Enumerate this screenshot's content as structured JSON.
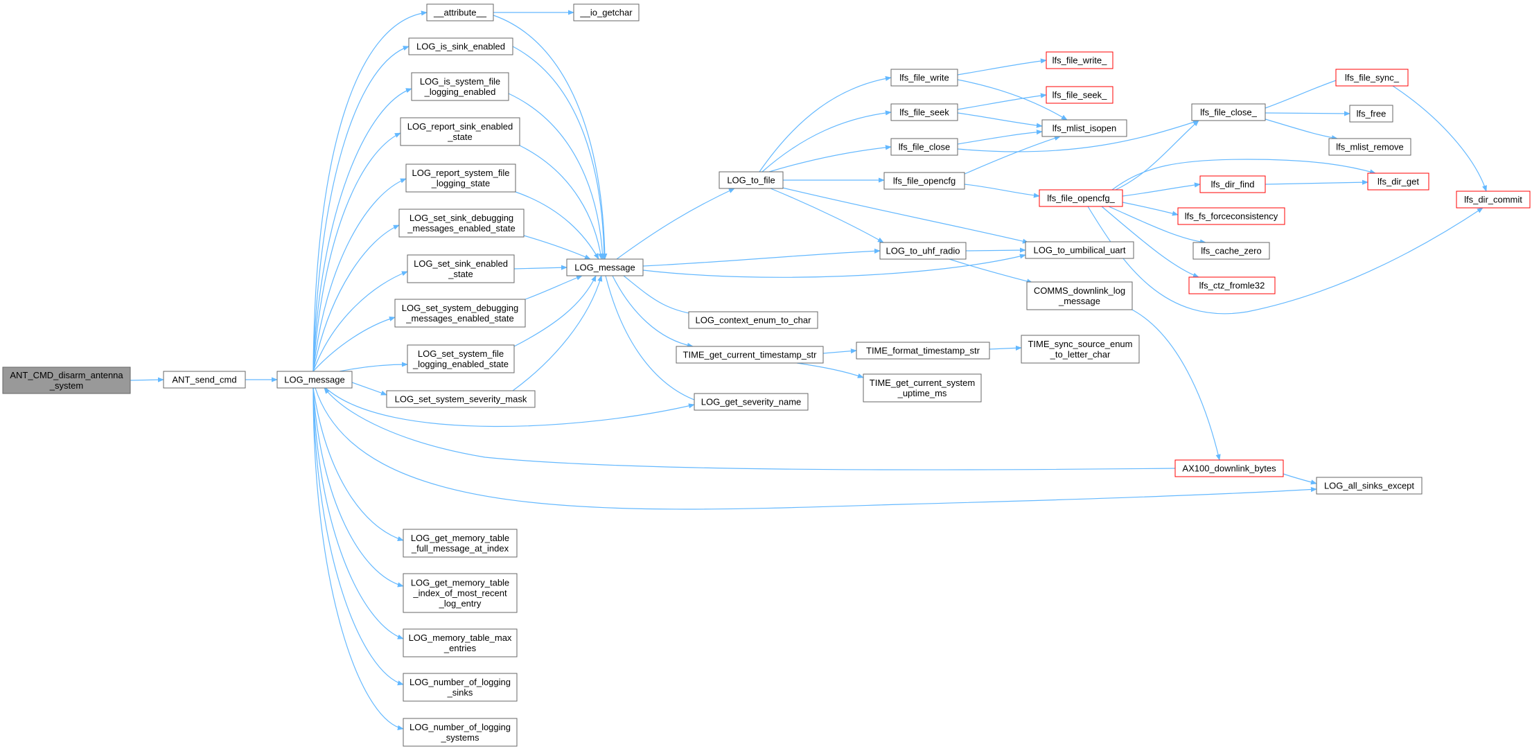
{
  "nodes": {
    "root": {
      "lines": [
        "ANT_CMD_disarm_antenna",
        "_system"
      ],
      "style": "root"
    },
    "ant_send_cmd": {
      "lines": [
        "ANT_send_cmd"
      ],
      "style": "normal"
    },
    "log_message_a": {
      "lines": [
        "LOG_message"
      ],
      "style": "normal"
    },
    "attribute": {
      "lines": [
        "__attribute__"
      ],
      "style": "normal"
    },
    "io_getchar": {
      "lines": [
        "__io_getchar"
      ],
      "style": "normal"
    },
    "is_sink_enabled": {
      "lines": [
        "LOG_is_sink_enabled"
      ],
      "style": "normal"
    },
    "is_system_file_logging_enabled": {
      "lines": [
        "LOG_is_system_file",
        "_logging_enabled"
      ],
      "style": "normal"
    },
    "report_sink_enabled_state": {
      "lines": [
        "LOG_report_sink_enabled",
        "_state"
      ],
      "style": "normal"
    },
    "report_system_file_logging_state": {
      "lines": [
        "LOG_report_system_file",
        "_logging_state"
      ],
      "style": "normal"
    },
    "set_sink_debugging": {
      "lines": [
        "LOG_set_sink_debugging",
        "_messages_enabled_state"
      ],
      "style": "normal"
    },
    "set_sink_enabled_state": {
      "lines": [
        "LOG_set_sink_enabled",
        "_state"
      ],
      "style": "normal"
    },
    "set_system_debugging": {
      "lines": [
        "LOG_set_system_debugging",
        "_messages_enabled_state"
      ],
      "style": "normal"
    },
    "set_system_file_logging": {
      "lines": [
        "LOG_set_system_file",
        "_logging_enabled_state"
      ],
      "style": "normal"
    },
    "set_system_severity_mask": {
      "lines": [
        "LOG_set_system_severity_mask"
      ],
      "style": "normal"
    },
    "get_memory_table_full": {
      "lines": [
        "LOG_get_memory_table",
        "_full_message_at_index"
      ],
      "style": "normal"
    },
    "get_memory_table_index": {
      "lines": [
        "LOG_get_memory_table",
        "_index_of_most_recent",
        "_log_entry"
      ],
      "style": "normal"
    },
    "memory_table_max": {
      "lines": [
        "LOG_memory_table_max",
        "_entries"
      ],
      "style": "normal"
    },
    "number_of_sinks": {
      "lines": [
        "LOG_number_of_logging",
        "_sinks"
      ],
      "style": "normal"
    },
    "number_of_systems": {
      "lines": [
        "LOG_number_of_logging",
        "_systems"
      ],
      "style": "normal"
    },
    "log_message_b": {
      "lines": [
        "LOG_message"
      ],
      "style": "normal"
    },
    "log_to_file": {
      "lines": [
        "LOG_to_file"
      ],
      "style": "normal"
    },
    "log_context_enum": {
      "lines": [
        "LOG_context_enum_to_char"
      ],
      "style": "normal"
    },
    "time_get_current_timestamp": {
      "lines": [
        "TIME_get_current_timestamp_str"
      ],
      "style": "normal"
    },
    "log_get_severity_name": {
      "lines": [
        "LOG_get_severity_name"
      ],
      "style": "normal"
    },
    "lfs_file_write": {
      "lines": [
        "lfs_file_write"
      ],
      "style": "normal"
    },
    "lfs_file_seek": {
      "lines": [
        "lfs_file_seek"
      ],
      "style": "normal"
    },
    "lfs_file_close": {
      "lines": [
        "lfs_file_close"
      ],
      "style": "normal"
    },
    "lfs_file_opencfg": {
      "lines": [
        "lfs_file_opencfg"
      ],
      "style": "normal"
    },
    "log_to_uhf_radio": {
      "lines": [
        "LOG_to_uhf_radio"
      ],
      "style": "normal"
    },
    "time_format_timestamp": {
      "lines": [
        "TIME_format_timestamp_str"
      ],
      "style": "normal"
    },
    "time_get_current_system_uptime": {
      "lines": [
        "TIME_get_current_system",
        "_uptime_ms"
      ],
      "style": "normal"
    },
    "lfs_file_write_": {
      "lines": [
        "lfs_file_write_"
      ],
      "style": "red"
    },
    "lfs_file_seek_": {
      "lines": [
        "lfs_file_seek_"
      ],
      "style": "red"
    },
    "lfs_mlist_isopen": {
      "lines": [
        "lfs_mlist_isopen"
      ],
      "style": "normal"
    },
    "lfs_file_opencfg_": {
      "lines": [
        "lfs_file_opencfg_"
      ],
      "style": "red"
    },
    "log_to_umbilical_uart": {
      "lines": [
        "LOG_to_umbilical_uart"
      ],
      "style": "normal"
    },
    "comms_downlink_log": {
      "lines": [
        "COMMS_downlink_log",
        "_message"
      ],
      "style": "normal"
    },
    "time_sync_source_enum": {
      "lines": [
        "TIME_sync_source_enum",
        "_to_letter_char"
      ],
      "style": "normal"
    },
    "ax100_downlink_bytes": {
      "lines": [
        "AX100_downlink_bytes"
      ],
      "style": "red"
    },
    "log_all_sinks_except": {
      "lines": [
        "LOG_all_sinks_except"
      ],
      "style": "normal"
    },
    "lfs_file_close_": {
      "lines": [
        "lfs_file_close_"
      ],
      "style": "normal"
    },
    "lfs_dir_find": {
      "lines": [
        "lfs_dir_find"
      ],
      "style": "red"
    },
    "lfs_fs_forceconsistency": {
      "lines": [
        "lfs_fs_forceconsistency"
      ],
      "style": "red"
    },
    "lfs_cache_zero": {
      "lines": [
        "lfs_cache_zero"
      ],
      "style": "normal"
    },
    "lfs_ctz_fromle32": {
      "lines": [
        "lfs_ctz_fromle32"
      ],
      "style": "red"
    },
    "lfs_file_sync_": {
      "lines": [
        "lfs_file_sync_"
      ],
      "style": "red"
    },
    "lfs_free": {
      "lines": [
        "lfs_free"
      ],
      "style": "normal"
    },
    "lfs_mlist_remove": {
      "lines": [
        "lfs_mlist_remove"
      ],
      "style": "normal"
    },
    "lfs_dir_get": {
      "lines": [
        "lfs_dir_get"
      ],
      "style": "red"
    },
    "lfs_dir_commit": {
      "lines": [
        "lfs_dir_commit"
      ],
      "style": "red"
    }
  },
  "edges": [
    [
      "root",
      "ant_send_cmd"
    ],
    [
      "ant_send_cmd",
      "log_message_a"
    ],
    [
      "log_message_a",
      "attribute"
    ],
    [
      "attribute",
      "io_getchar"
    ],
    [
      "log_message_a",
      "is_sink_enabled"
    ],
    [
      "log_message_a",
      "is_system_file_logging_enabled"
    ],
    [
      "log_message_a",
      "report_sink_enabled_state"
    ],
    [
      "log_message_a",
      "report_system_file_logging_state"
    ],
    [
      "log_message_a",
      "set_sink_debugging"
    ],
    [
      "log_message_a",
      "set_sink_enabled_state"
    ],
    [
      "log_message_a",
      "set_system_debugging"
    ],
    [
      "log_message_a",
      "set_system_file_logging"
    ],
    [
      "log_message_a",
      "set_system_severity_mask"
    ],
    [
      "log_message_a",
      "get_memory_table_full"
    ],
    [
      "log_message_a",
      "get_memory_table_index"
    ],
    [
      "log_message_a",
      "memory_table_max"
    ],
    [
      "log_message_a",
      "number_of_sinks"
    ],
    [
      "log_message_a",
      "number_of_systems"
    ],
    [
      "log_message_a",
      "log_get_severity_name"
    ],
    [
      "log_message_a",
      "log_all_sinks_except"
    ],
    [
      "attribute",
      "log_message_b"
    ],
    [
      "is_sink_enabled",
      "log_message_b"
    ],
    [
      "is_system_file_logging_enabled",
      "log_message_b"
    ],
    [
      "report_sink_enabled_state",
      "log_message_b"
    ],
    [
      "report_system_file_logging_state",
      "log_message_b"
    ],
    [
      "set_sink_debugging",
      "log_message_b"
    ],
    [
      "set_sink_enabled_state",
      "log_message_b"
    ],
    [
      "set_system_debugging",
      "log_message_b"
    ],
    [
      "set_system_file_logging",
      "log_message_b"
    ],
    [
      "set_system_severity_mask",
      "log_message_b"
    ],
    [
      "log_message_b",
      "log_to_file"
    ],
    [
      "log_message_b",
      "log_context_enum"
    ],
    [
      "log_message_b",
      "time_get_current_timestamp"
    ],
    [
      "log_message_b",
      "log_get_severity_name"
    ],
    [
      "log_message_b",
      "log_to_uhf_radio"
    ],
    [
      "log_message_b",
      "log_to_umbilical_uart"
    ],
    [
      "log_to_file",
      "lfs_file_write"
    ],
    [
      "log_to_file",
      "lfs_file_seek"
    ],
    [
      "log_to_file",
      "lfs_file_close"
    ],
    [
      "log_to_file",
      "lfs_file_opencfg"
    ],
    [
      "log_to_file",
      "log_to_uhf_radio"
    ],
    [
      "log_to_file",
      "log_to_umbilical_uart"
    ],
    [
      "time_get_current_timestamp",
      "time_format_timestamp"
    ],
    [
      "time_get_current_timestamp",
      "time_get_current_system_uptime"
    ],
    [
      "time_format_timestamp",
      "time_sync_source_enum"
    ],
    [
      "lfs_file_write",
      "lfs_file_write_"
    ],
    [
      "lfs_file_write",
      "lfs_mlist_isopen"
    ],
    [
      "lfs_file_seek",
      "lfs_file_seek_"
    ],
    [
      "lfs_file_seek",
      "lfs_mlist_isopen"
    ],
    [
      "lfs_file_close",
      "lfs_mlist_isopen"
    ],
    [
      "lfs_file_close",
      "lfs_file_close_"
    ],
    [
      "lfs_file_opencfg",
      "lfs_mlist_isopen"
    ],
    [
      "lfs_file_opencfg",
      "lfs_file_opencfg_"
    ],
    [
      "log_to_uhf_radio",
      "log_to_umbilical_uart"
    ],
    [
      "log_to_uhf_radio",
      "comms_downlink_log"
    ],
    [
      "comms_downlink_log",
      "ax100_downlink_bytes"
    ],
    [
      "ax100_downlink_bytes",
      "log_message_a"
    ],
    [
      "ax100_downlink_bytes",
      "log_all_sinks_except"
    ],
    [
      "lfs_file_opencfg_",
      "lfs_file_close_"
    ],
    [
      "lfs_file_opencfg_",
      "lfs_dir_get"
    ],
    [
      "lfs_file_opencfg_",
      "lfs_dir_find"
    ],
    [
      "lfs_file_opencfg_",
      "lfs_fs_forceconsistency"
    ],
    [
      "lfs_file_opencfg_",
      "lfs_cache_zero"
    ],
    [
      "lfs_file_opencfg_",
      "lfs_ctz_fromle32"
    ],
    [
      "lfs_file_opencfg_",
      "lfs_dir_commit"
    ],
    [
      "lfs_dir_find",
      "lfs_dir_get"
    ],
    [
      "lfs_file_close_",
      "lfs_file_sync_"
    ],
    [
      "lfs_file_close_",
      "lfs_free"
    ],
    [
      "lfs_file_close_",
      "lfs_mlist_remove"
    ],
    [
      "lfs_file_sync_",
      "lfs_dir_commit"
    ]
  ],
  "colors": {
    "edge": "#63b8ff",
    "border": "#666666",
    "red_border": "#ff0000",
    "root_fill": "#999999",
    "root_border": "#666666",
    "fill": "#ffffff"
  }
}
